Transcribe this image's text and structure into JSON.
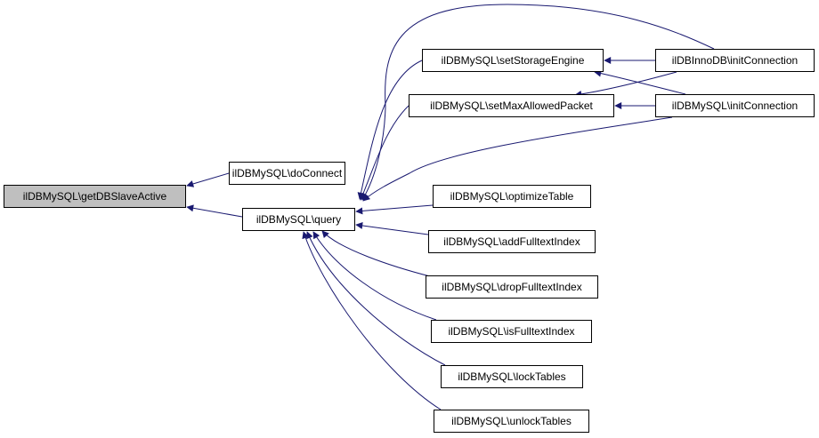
{
  "colors": {
    "edge": "#191970",
    "node_border": "#000000",
    "root_fill": "#bfbfbf",
    "node_fill": "#ffffff"
  },
  "nodes": {
    "get_db_slave_active": "ilDBMySQL\\getDBSlaveActive",
    "do_connect": "ilDBMySQL\\doConnect",
    "query": "ilDBMySQL\\query",
    "set_storage_engine": "ilDBMySQL\\setStorageEngine",
    "set_max_allowed_packet": "ilDBMySQL\\setMaxAllowedPacket",
    "innodb_init_connection": "ilDBInnoDB\\initConnection",
    "mysql_init_connection": "ilDBMySQL\\initConnection",
    "optimize_table": "ilDBMySQL\\optimizeTable",
    "add_fulltext_index": "ilDBMySQL\\addFulltextIndex",
    "drop_fulltext_index": "ilDBMySQL\\dropFulltextIndex",
    "is_fulltext_index": "ilDBMySQL\\isFulltextIndex",
    "lock_tables": "ilDBMySQL\\lockTables",
    "unlock_tables": "ilDBMySQL\\unlockTables"
  },
  "edges": [
    {
      "from": "do_connect",
      "to": "get_db_slave_active"
    },
    {
      "from": "query",
      "to": "get_db_slave_active"
    },
    {
      "from": "set_storage_engine",
      "to": "query"
    },
    {
      "from": "set_max_allowed_packet",
      "to": "query"
    },
    {
      "from": "innodb_init_connection",
      "to": "query"
    },
    {
      "from": "mysql_init_connection",
      "to": "query"
    },
    {
      "from": "optimize_table",
      "to": "query"
    },
    {
      "from": "add_fulltext_index",
      "to": "query"
    },
    {
      "from": "drop_fulltext_index",
      "to": "query"
    },
    {
      "from": "is_fulltext_index",
      "to": "query"
    },
    {
      "from": "lock_tables",
      "to": "query"
    },
    {
      "from": "unlock_tables",
      "to": "query"
    },
    {
      "from": "innodb_init_connection",
      "to": "set_storage_engine"
    },
    {
      "from": "mysql_init_connection",
      "to": "set_storage_engine"
    },
    {
      "from": "innodb_init_connection",
      "to": "set_max_allowed_packet"
    },
    {
      "from": "mysql_init_connection",
      "to": "set_max_allowed_packet"
    }
  ]
}
